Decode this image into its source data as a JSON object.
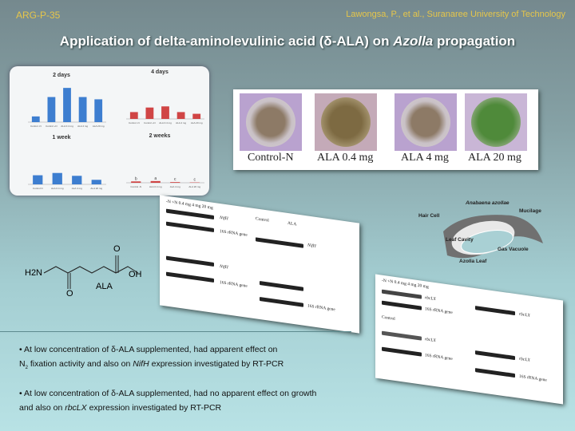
{
  "header": {
    "code": "ARG-P-35",
    "authors": "Lawongsa, P., et al., Suranaree University of Technology",
    "title_part1": "Application of delta-aminolevulinic acid (δ-ALA) on ",
    "title_italic": "Azolla",
    "title_part2": " propagation"
  },
  "chart_data": [
    {
      "type": "bar",
      "title": "2 days",
      "categories": [
        "Control -N",
        "Control +N",
        "ALA 0.4 mg",
        "ALA 4 mg",
        "ALA 20 mg"
      ],
      "values": [
        0.5,
        2.2,
        3.0,
        2.2,
        2.0
      ],
      "ylim": [
        0,
        3.5
      ],
      "color": "#3d7ed0"
    },
    {
      "type": "bar",
      "title": "4 days",
      "categories": [
        "Control -N",
        "Control +N",
        "ALA 0.4 mg",
        "ALA 4 mg",
        "ALA 20 mg"
      ],
      "values": [
        0.6,
        1.0,
        1.1,
        0.6,
        0.45
      ],
      "ylim": [
        0,
        3.5
      ],
      "color": "#d04545"
    },
    {
      "type": "bar",
      "title": "1 week",
      "categories": [
        "Control N",
        "ALA 0.4 mg",
        "ALA 4 mg",
        "ALA 20 mg"
      ],
      "values": [
        0.8,
        1.0,
        0.75,
        0.4
      ],
      "ylim": [
        0,
        3.5
      ],
      "color": "#3d7ed0"
    },
    {
      "type": "bar",
      "title": "2 weeks",
      "categories": [
        "Control -N",
        "ALA 0.4 mg",
        "ALA 4 mg",
        "ALA 20 mg"
      ],
      "values": [
        0.12,
        0.15,
        0.06,
        0.03
      ],
      "labels": [
        "b",
        "a",
        "c",
        "c"
      ],
      "ylim": [
        0,
        3.5
      ],
      "color": "#d04545"
    }
  ],
  "photos": [
    "Control-N",
    "ALA 0.4 mg",
    "ALA 4 mg",
    "ALA 20 mg"
  ],
  "diagram": {
    "anabaena": "Anabaena azollae",
    "hair": "Hair Cell",
    "mucilage": "Mucilage",
    "cavity": "Leaf Cavity",
    "vacuole": "Gas Vacuole",
    "leaf": "Azolla Leaf"
  },
  "gels": {
    "control": "Control",
    "ala": "ALA",
    "lanes": "-N  +N  0.4 mg  4 mg  20 mg",
    "nifh": "NifH",
    "s16": "16S rRNA gene",
    "rbclx": "rbcLX"
  },
  "structure": {
    "amine": "H2N",
    "oxygen": "O",
    "hydroxyl": "OH",
    "name": "ALA"
  },
  "bullets": [
    {
      "a": "• At low concentration of δ-ALA supplemented, had apparent effect on",
      "b1": "N",
      "sub": "2",
      "b2": " fixation activity and also on ",
      "i": "NifH",
      "b3": "  expression investigated by RT-PCR"
    },
    {
      "a": "• At low concentration of δ-ALA supplemented, had no apparent effect on growth",
      "b1": "and also on ",
      "i": "rbcLX",
      "b3": " expression investigated by RT-PCR"
    }
  ]
}
